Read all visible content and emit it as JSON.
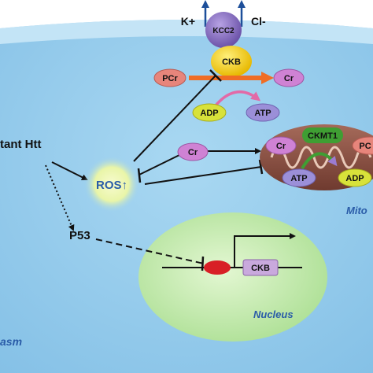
{
  "ions": {
    "k": "K+",
    "cl": "Cl-"
  },
  "proteins": {
    "kcc2": "KCC2",
    "ckb": "CKB",
    "ckmt1": "CKMT1",
    "ckb_gene": "CKB"
  },
  "metabolites": {
    "pcr_left": "PCr",
    "cr_right": "Cr",
    "adp_top": "ADP",
    "atp_top": "ATP",
    "cr_mid": "Cr",
    "cr_mito": "Cr",
    "pcr_mito": "PC",
    "atp_mito": "ATP",
    "adp_mito": "ADP"
  },
  "labels": {
    "mutant_htt": "tant Htt",
    "ros": "ROS↑",
    "p53": "P53",
    "mito": "Mito",
    "nucleus": "Nucleus",
    "cytoplasm": "asm"
  },
  "colors": {
    "cytoplasm": "#9dd0ee",
    "membrane_band": "#c8e6f6",
    "kcc2": "#8a6fc2",
    "ckb": "#f4d21a",
    "ckmt1": "#3f9e33",
    "pcr": "#e7857b",
    "cr": "#cf82d4",
    "nucleotide": "#d8e23a",
    "ros_glow": "#eef6b0",
    "nucleus": "#c7edb4",
    "arrow_orange": "#ef6d25",
    "arrow_pink": "#e26aa7",
    "arrow_purple": "#9b7cd2",
    "label_blue": "#2a5ca8",
    "gene_red": "#d81f26",
    "gene_box": "#c9a9dd"
  }
}
